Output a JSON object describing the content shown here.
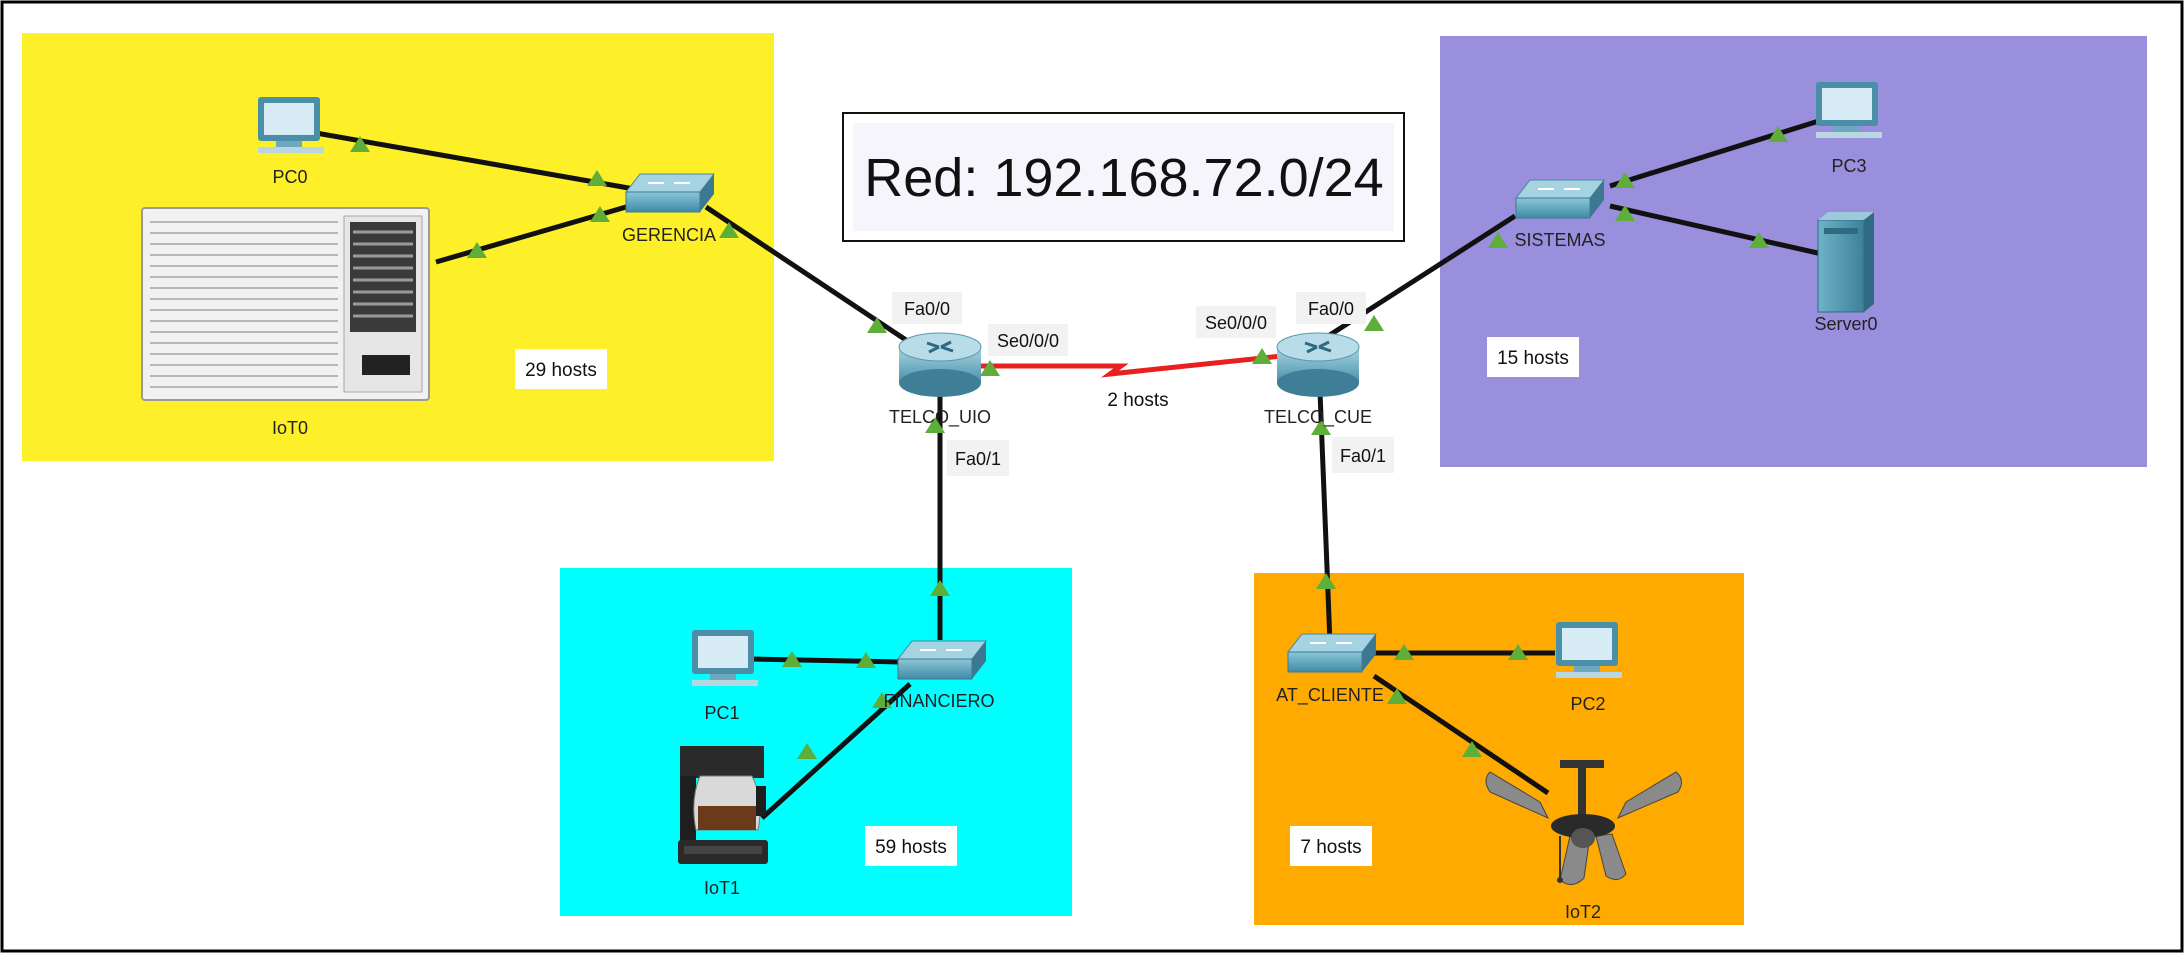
{
  "title": "Red: 192.168.72.0/24",
  "colors": {
    "gerencia_zone": "#fdef28",
    "sistemas_zone": "#9a8fdd",
    "financiero_zone": "#00ffff",
    "cliente_zone": "#ffaa00",
    "serial_link": "#e82020",
    "ethernet_link": "#111111",
    "link_indicator": "#5fae3a"
  },
  "zones": {
    "gerencia": {
      "hosts_label": "29 hosts"
    },
    "sistemas": {
      "hosts_label": "15 hosts"
    },
    "financiero": {
      "hosts_label": "59 hosts"
    },
    "cliente": {
      "hosts_label": "7 hosts"
    }
  },
  "wan": {
    "hosts_label": "2 hosts"
  },
  "devices": {
    "pc0": {
      "label": "PC0",
      "icon": "pc-icon"
    },
    "iot0": {
      "label": "IoT0",
      "icon": "air-conditioner-icon"
    },
    "sw_gerencia": {
      "label": "GERENCIA",
      "icon": "switch-icon"
    },
    "router_uio": {
      "label": "TELCO_UIO",
      "icon": "router-icon"
    },
    "router_cue": {
      "label": "TELCO_CUE",
      "icon": "router-icon"
    },
    "sw_sistemas": {
      "label": "SISTEMAS",
      "icon": "switch-icon"
    },
    "pc3": {
      "label": "PC3",
      "icon": "pc-icon"
    },
    "server0": {
      "label": "Server0",
      "icon": "server-icon"
    },
    "sw_financiero": {
      "label": "FINANCIERO",
      "icon": "switch-icon"
    },
    "pc1": {
      "label": "PC1",
      "icon": "pc-icon"
    },
    "iot1": {
      "label": "IoT1",
      "icon": "coffee-maker-icon"
    },
    "sw_cliente": {
      "label": "AT_CLIENTE",
      "icon": "switch-icon"
    },
    "pc2": {
      "label": "PC2",
      "icon": "pc-icon"
    },
    "iot2": {
      "label": "IoT2",
      "icon": "ceiling-fan-icon"
    }
  },
  "interfaces": {
    "uio_fa00": "Fa0/0",
    "uio_se000": "Se0/0/0",
    "uio_fa01": "Fa0/1",
    "cue_se000": "Se0/0/0",
    "cue_fa00": "Fa0/0",
    "cue_fa01": "Fa0/1"
  }
}
